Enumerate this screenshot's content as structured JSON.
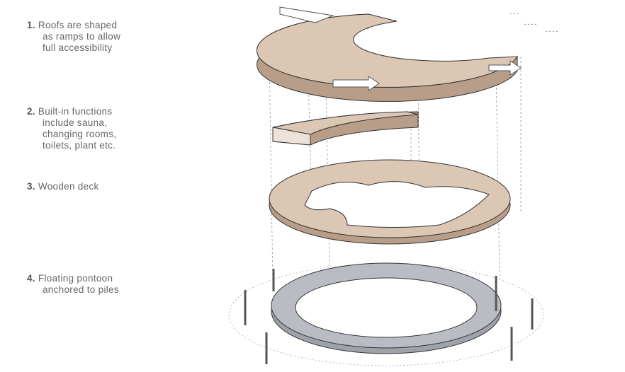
{
  "labels": [
    {
      "number": "1.",
      "lines": [
        "Roofs are shaped",
        "as ramps to allow",
        "full accessibility"
      ]
    },
    {
      "number": "2.",
      "lines": [
        "Built-in functions",
        "include sauna,",
        "changing rooms,",
        "toilets, plant etc."
      ]
    },
    {
      "number": "3.",
      "lines": [
        "Wooden deck"
      ]
    },
    {
      "number": "4.",
      "lines": [
        "Floating pontoon",
        "anchored to piles"
      ]
    }
  ],
  "colors": {
    "wood": "#dcc6b4",
    "wood_dark": "#b89d88",
    "pontoon": "#b9bcc3",
    "outline": "#333333",
    "text": "#666666"
  }
}
